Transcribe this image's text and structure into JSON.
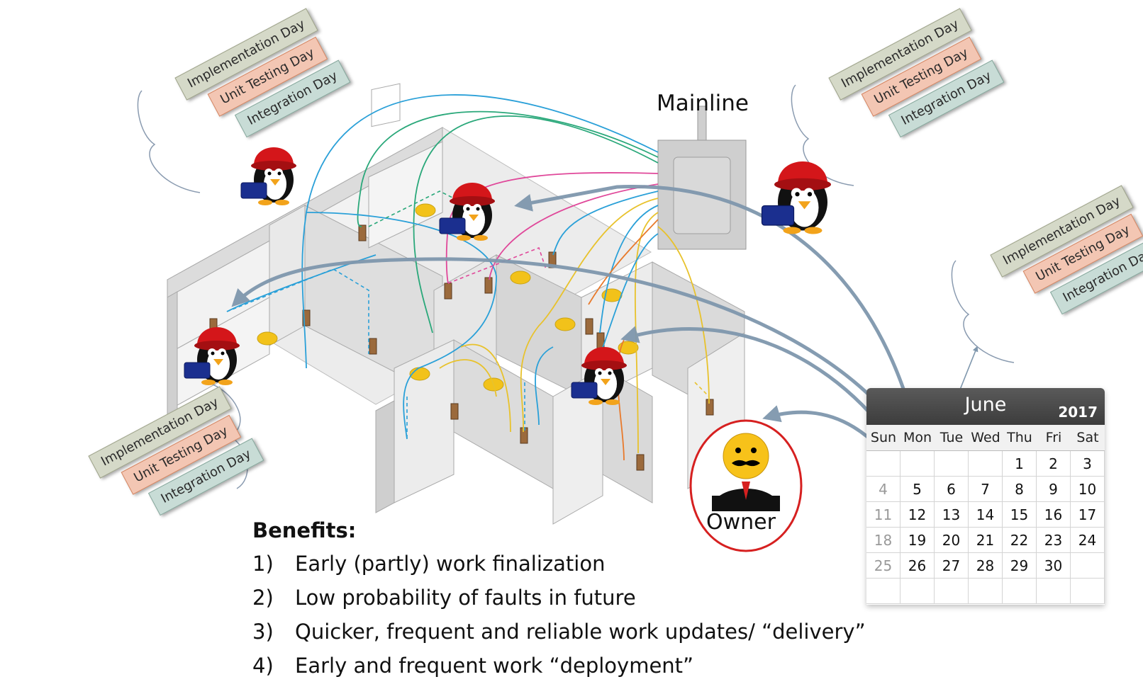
{
  "mainline_label": "Mainline",
  "task_labels": {
    "implementation": "Implementation Day",
    "unit_testing": "Unit Testing Day",
    "integration": "Integration Day"
  },
  "owner_label": "Owner",
  "benefits": {
    "title": "Benefits:",
    "items": [
      {
        "num": "1)",
        "text": "Early (partly) work finalization"
      },
      {
        "num": "2)",
        "text": "Low probability of faults in future"
      },
      {
        "num": "3)",
        "text": "Quicker, frequent and reliable work updates/ “delivery”"
      },
      {
        "num": "4)",
        "text": "Early and frequent work “deployment”"
      }
    ]
  },
  "calendar": {
    "month": "June",
    "year": "2017",
    "weekdays": [
      "Sun",
      "Mon",
      "Tue",
      "Wed",
      "Thu",
      "Fri",
      "Sat"
    ],
    "weeks": [
      [
        "",
        "",
        "",
        "",
        "1",
        "2",
        "3"
      ],
      [
        "4",
        "5",
        "6",
        "7",
        "8",
        "9",
        "10"
      ],
      [
        "11",
        "12",
        "13",
        "14",
        "15",
        "16",
        "17"
      ],
      [
        "18",
        "19",
        "20",
        "21",
        "22",
        "23",
        "24"
      ],
      [
        "25",
        "26",
        "27",
        "28",
        "29",
        "30",
        ""
      ],
      [
        "",
        "",
        "",
        "",
        "",
        "",
        ""
      ]
    ],
    "highlighted_day": "5"
  },
  "colors": {
    "arrow": "#7f97ad",
    "highlight_ring": "#1f9a3c",
    "owner_ring": "#d62020",
    "wire_blue": "#2aa0d8",
    "wire_green": "#2aa87a",
    "wire_pink": "#e0489a",
    "wire_yellow": "#e8c22c",
    "wire_orange": "#e87a2c"
  }
}
